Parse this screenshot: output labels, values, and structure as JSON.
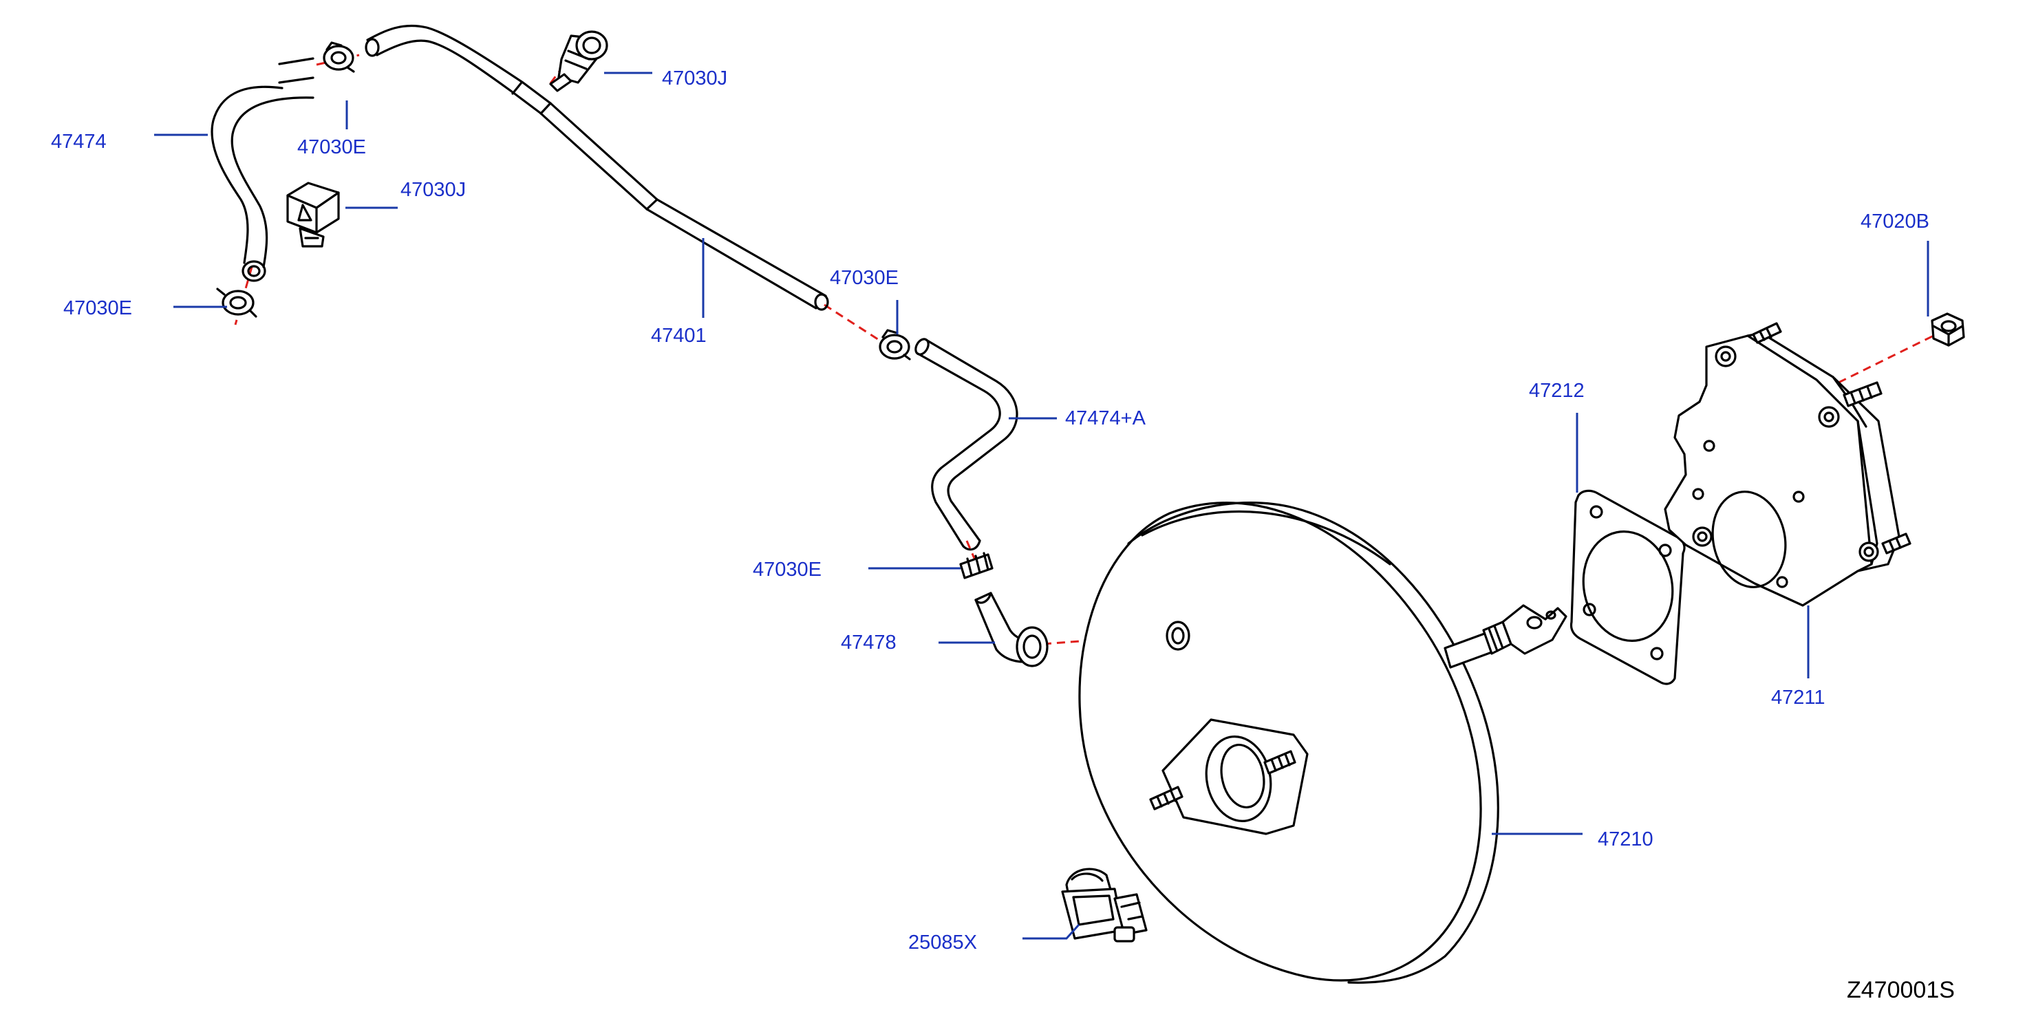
{
  "diagram": {
    "id_label": "Z470001S",
    "colors": {
      "callout_text": "#1a2fc9",
      "leader_line": "#1a3aa8",
      "connection_line": "#e0201c",
      "part_outline": "#000000"
    },
    "callouts": [
      {
        "key": "c47474",
        "text": "47474"
      },
      {
        "key": "c47030e_top",
        "text": "47030E"
      },
      {
        "key": "c47030j_top",
        "text": "47030J"
      },
      {
        "key": "c47030j_mid",
        "text": "47030J"
      },
      {
        "key": "c47030e_left",
        "text": "47030E"
      },
      {
        "key": "c47401",
        "text": "47401"
      },
      {
        "key": "c47030e_center",
        "text": "47030E"
      },
      {
        "key": "c47474a",
        "text": "47474+A"
      },
      {
        "key": "c47030e_low",
        "text": "47030E"
      },
      {
        "key": "c47478",
        "text": "47478"
      },
      {
        "key": "c47212",
        "text": "47212"
      },
      {
        "key": "c47020b",
        "text": "47020B"
      },
      {
        "key": "c47211",
        "text": "47211"
      },
      {
        "key": "c47210",
        "text": "47210"
      },
      {
        "key": "c25085x",
        "text": "25085X"
      }
    ]
  }
}
